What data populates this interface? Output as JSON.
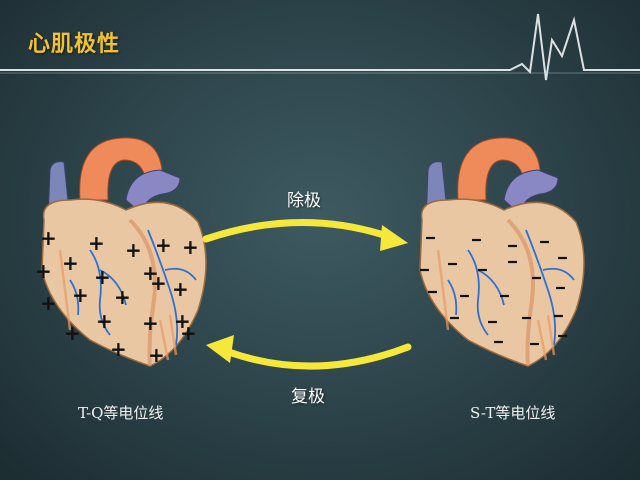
{
  "title": "心肌极性",
  "arrows": {
    "depolarization_label": "除极",
    "repolarization_label": "复极",
    "color": "#f5e83a"
  },
  "left_heart": {
    "caption": "T-Q等电位线",
    "charge_sign": "+"
  },
  "right_heart": {
    "caption": "S-T等电位线",
    "charge_sign": "−"
  },
  "colors": {
    "title": "#f2c230",
    "aorta": "#ef8a5a",
    "vena_cava": "#7d86b8",
    "myocardium": "#e8c7a2",
    "vessel": "#2f6fd1"
  }
}
